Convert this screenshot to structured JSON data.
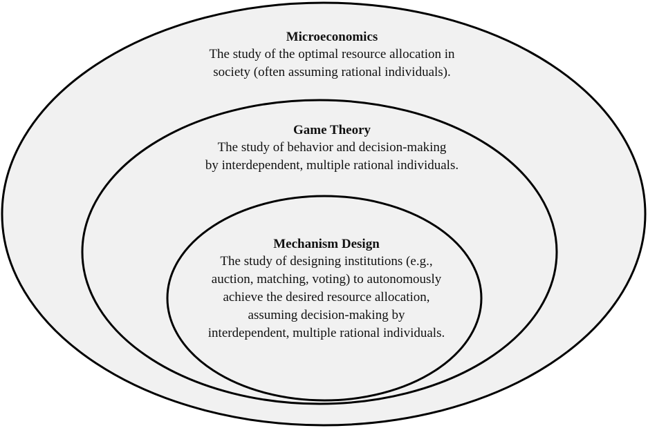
{
  "diagram": {
    "colors": {
      "fill": "#f1f1f1",
      "stroke": "#000000"
    },
    "regions": [
      {
        "title": "Microeconomics",
        "description_lines": [
          "The study of the optimal resource allocation in",
          "society (often assuming rational individuals)."
        ]
      },
      {
        "title": "Game Theory",
        "description_lines": [
          "The study of behavior and decision-making",
          "by interdependent, multiple rational individuals."
        ]
      },
      {
        "title": "Mechanism Design",
        "description_lines": [
          "The study of designing institutions (e.g.,",
          "auction, matching, voting) to autonomously",
          "achieve the desired resource allocation,",
          "assuming decision-making by",
          "interdependent, multiple rational individuals."
        ]
      }
    ]
  }
}
